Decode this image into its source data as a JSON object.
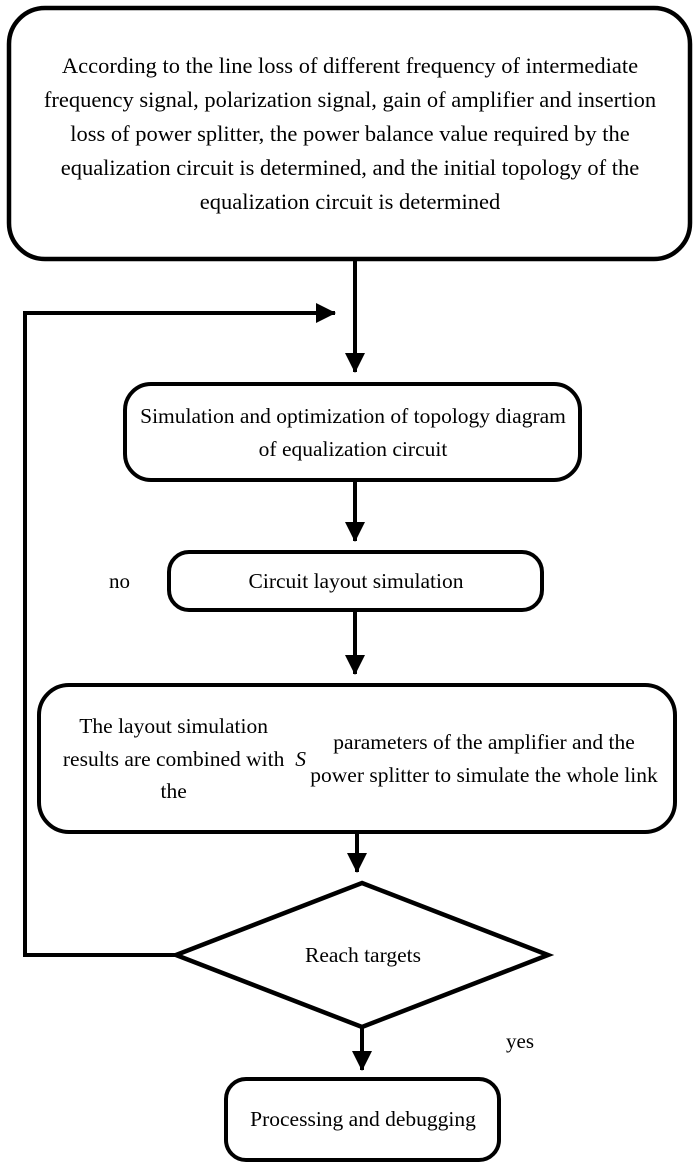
{
  "diagram": {
    "type": "flowchart",
    "title": "Equalization circuit design flow",
    "background_color": "#ffffff",
    "stroke_color": "#000000",
    "text_color": "#000000",
    "nodes": [
      {
        "id": "node1",
        "shape": "rounded-rectangle",
        "text": "According to the line loss of different frequency of intermediate frequency signal, polarization signal, gain of amplifier and insertion loss of power splitter, the power balance value required by the equalization circuit is determined, and the initial topology of the equalization circuit is determined"
      },
      {
        "id": "node2",
        "shape": "rounded-rectangle",
        "text": "Simulation and optimization of topology diagram of equalization circuit"
      },
      {
        "id": "node3",
        "shape": "rounded-rectangle",
        "text": "Circuit layout simulation"
      },
      {
        "id": "node4",
        "shape": "rounded-rectangle",
        "text_part1": "The layout simulation results are combined with the ",
        "text_italic": "S",
        "text_part2": " parameters of the amplifier and the power splitter to simulate the whole link"
      },
      {
        "id": "node5",
        "shape": "diamond",
        "text": "Reach targets"
      },
      {
        "id": "node6",
        "shape": "rounded-rectangle",
        "text": "Processing and debugging"
      }
    ],
    "edge_labels": {
      "no": "no",
      "yes": "yes"
    }
  }
}
